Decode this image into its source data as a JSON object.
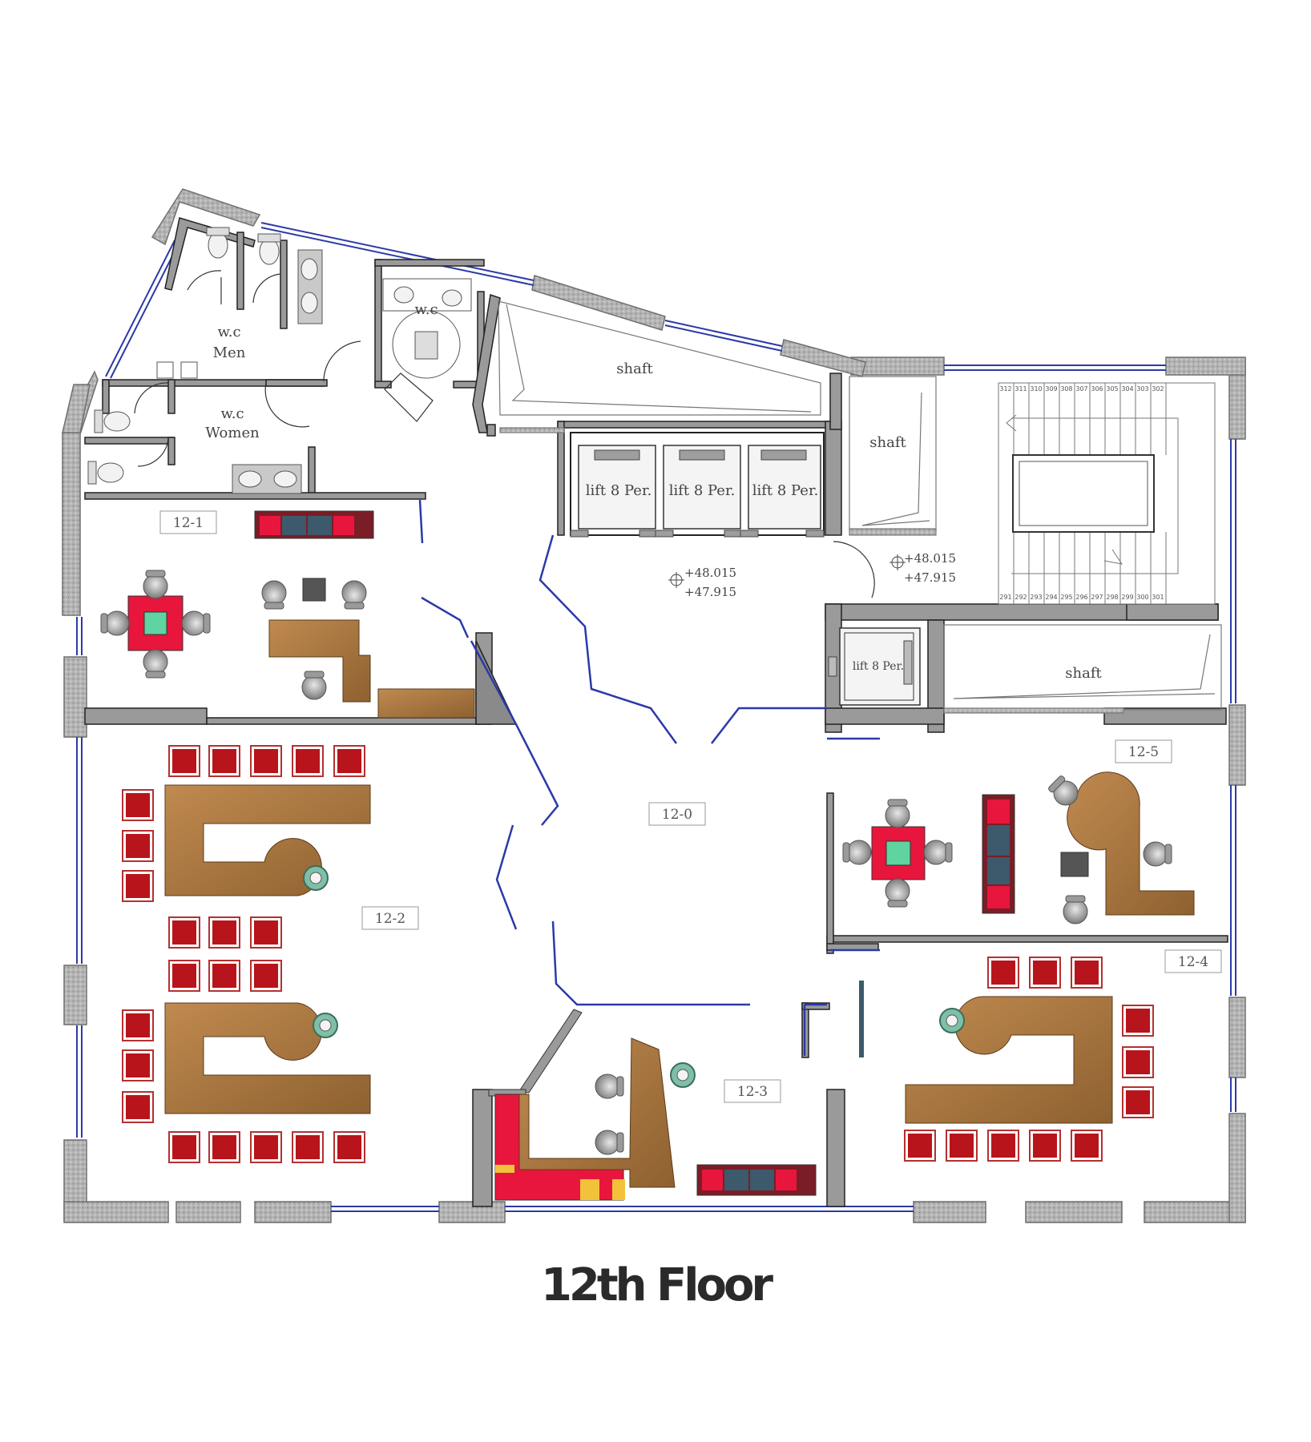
{
  "title": "12th Floor",
  "rooms": {
    "wc_men": [
      "w.c",
      "Men"
    ],
    "wc_women": [
      "w.c",
      "Women"
    ],
    "wc_accessible": "w.c",
    "shaft": "shaft"
  },
  "room_tags": [
    "12-0",
    "12-1",
    "12-2",
    "12-3",
    "12-4",
    "12-5"
  ],
  "lifts": {
    "main": "lift 8 Per.",
    "service": "lift 8 Per."
  },
  "elevations": {
    "hall_top": "+48.015",
    "hall_bottom": "+47.915",
    "stair_top": "+48.015",
    "stair_bottom": "+47.915"
  },
  "stair_numbers_top": [
    "312",
    "311",
    "310",
    "309",
    "308",
    "307",
    "306",
    "305",
    "304",
    "303",
    "302"
  ],
  "stair_numbers_bottom": [
    "291",
    "292",
    "293",
    "294",
    "295",
    "296",
    "297",
    "298",
    "299",
    "300",
    "301"
  ],
  "colors": {
    "wall": "#a9a9a9",
    "window": "#2b3aa8",
    "desk": "#a8763f",
    "chair_red": "#b8141c",
    "sofa_red": "#e8163c",
    "sofa_teal": "#3c5a6b",
    "table_green": "#5fd3a0"
  }
}
